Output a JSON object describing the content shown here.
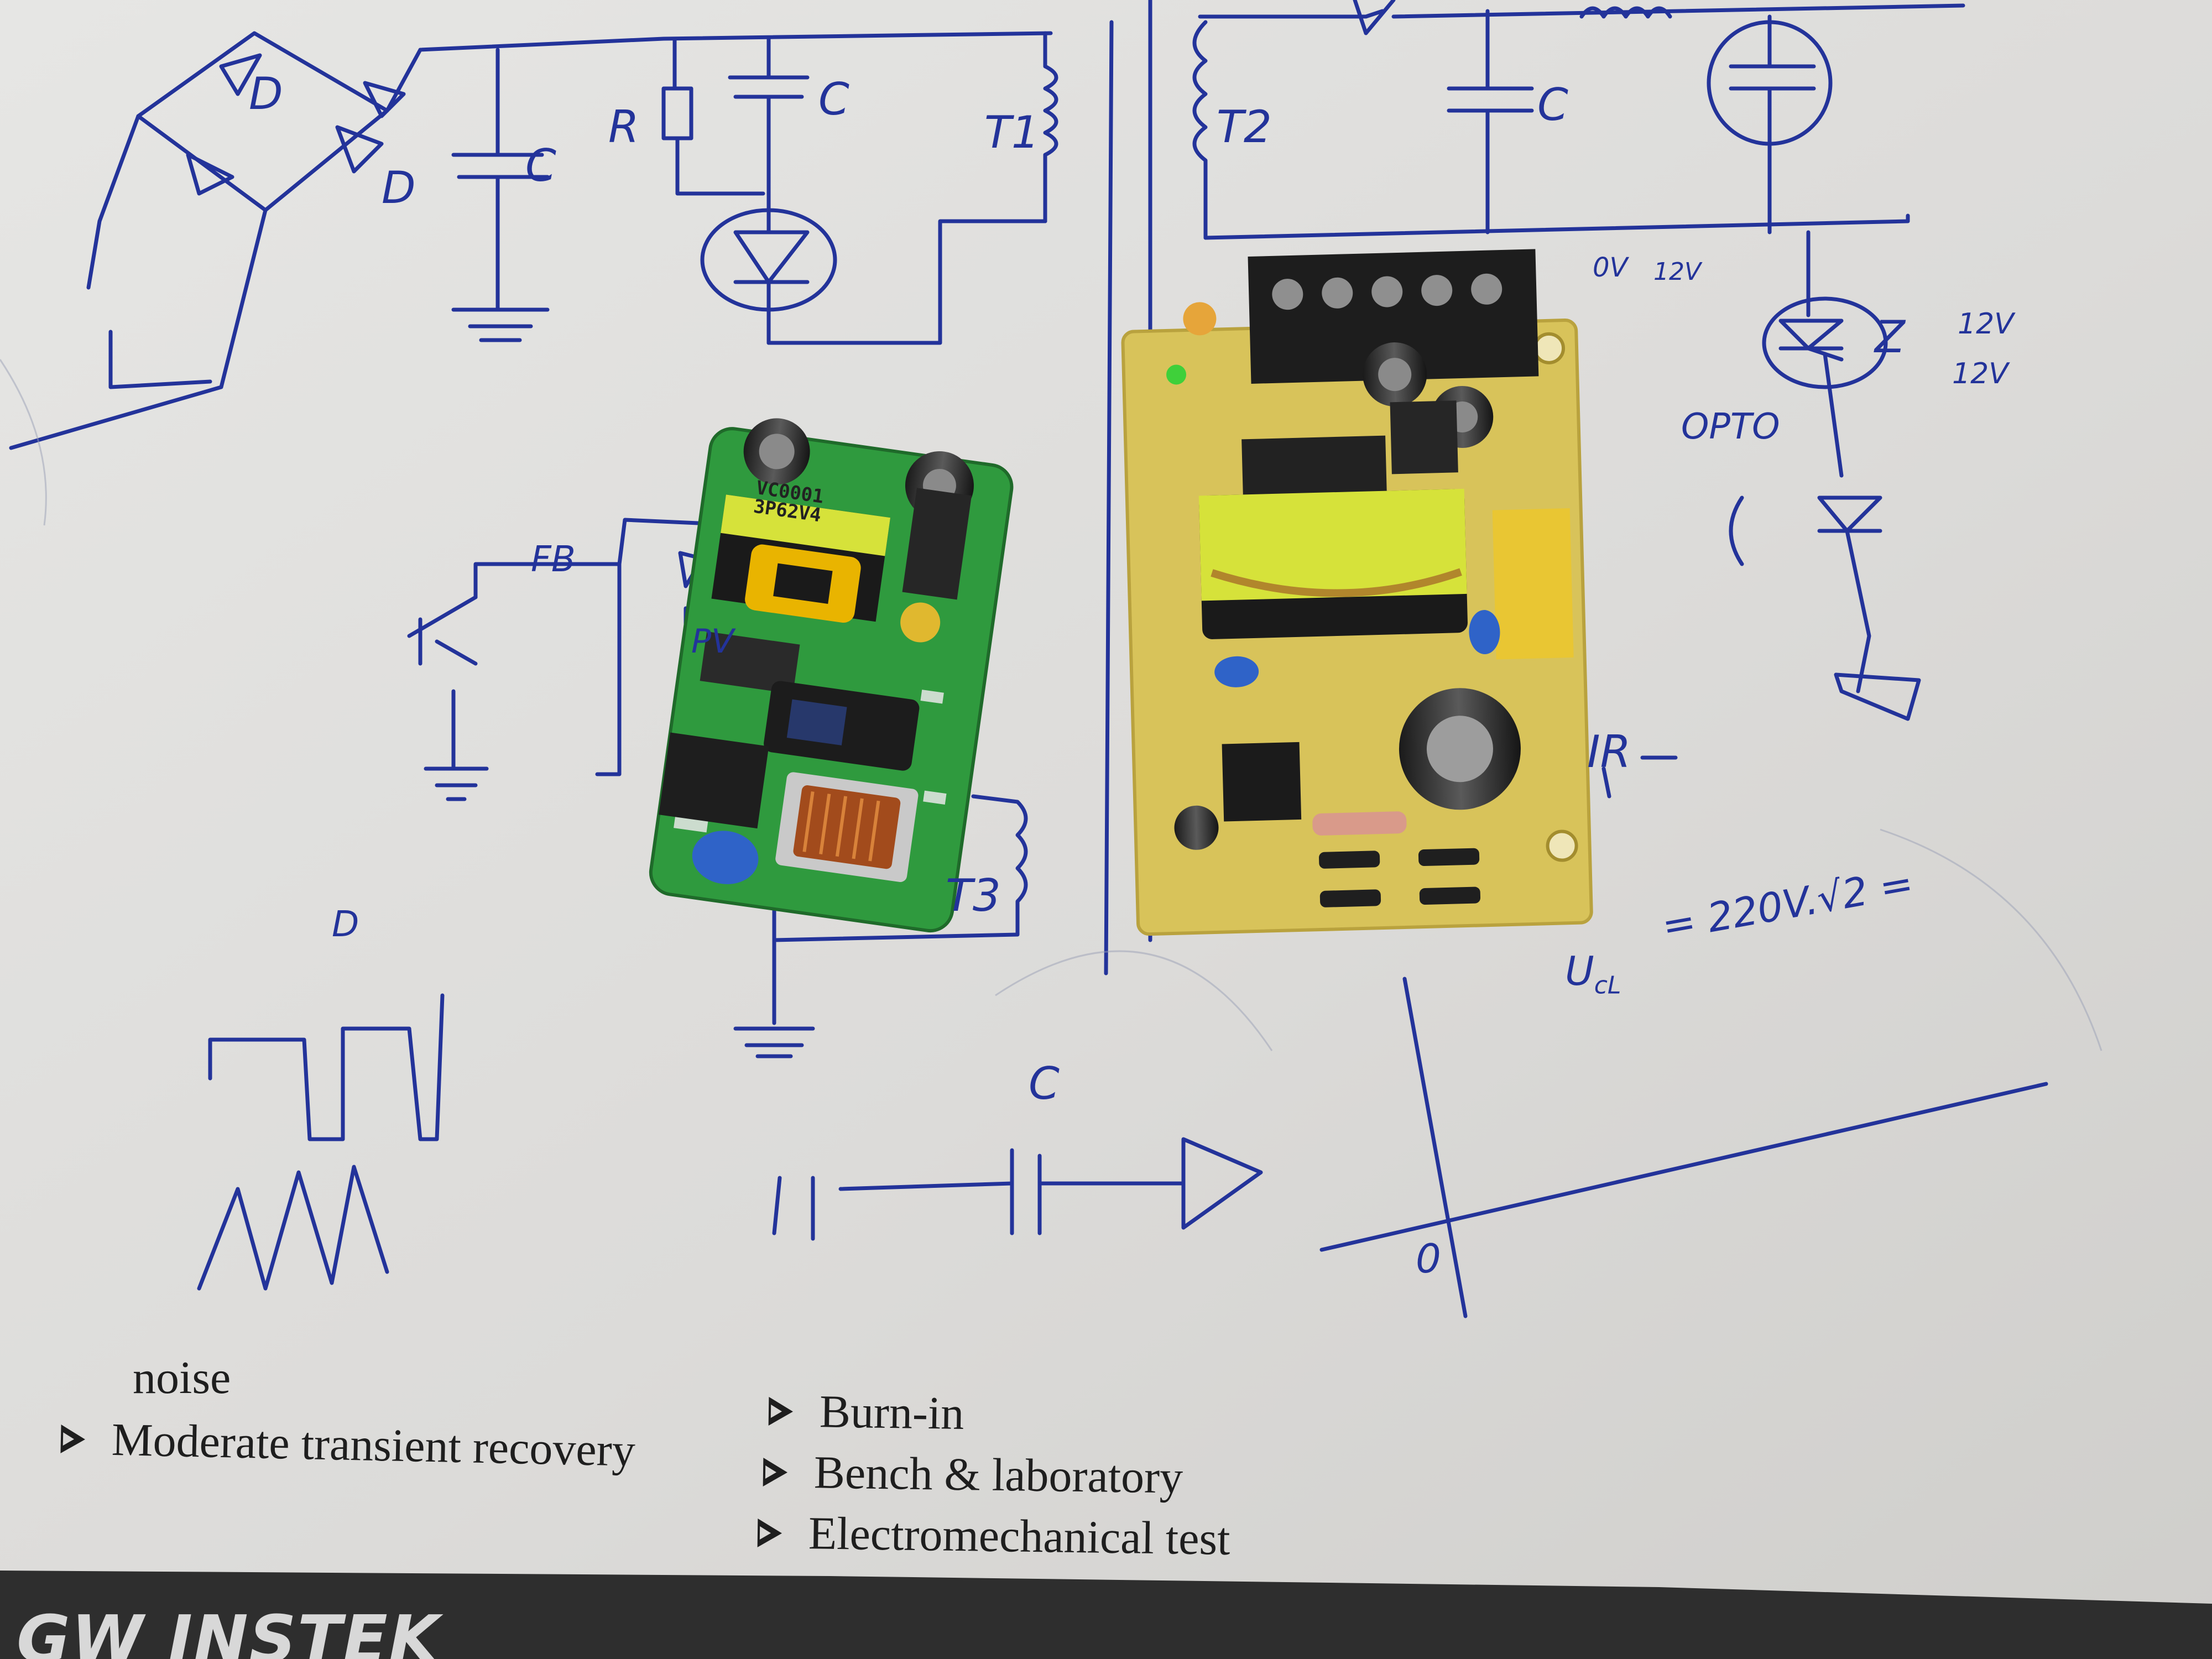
{
  "handwriting": {
    "r": "R",
    "c_top": "C",
    "c_left": "C",
    "c_right": "C",
    "d1": "D",
    "d2": "D",
    "t1": "T1",
    "t2": "T2",
    "t3": "T3",
    "z": "Z",
    "fb": "FB",
    "pv": "PV",
    "opto": "OPTO",
    "v12a": "12V",
    "v12b": "12V",
    "ir": "IR",
    "ucl": "U",
    "ucl_sub": "cL",
    "eq": "= 220V.√2 =",
    "c_bottom": "C",
    "d_waves": "D",
    "zero": "0",
    "zero_label": "0V",
    "zero_label2": "12V"
  },
  "bullets": {
    "noise": "noise",
    "left": [
      "Moderate transient recovery"
    ],
    "right": [
      "Burn-in",
      "Bench & laboratory",
      "Electromechanical test"
    ]
  },
  "logo": "GW INSTEK",
  "boards": {
    "small": {
      "line1": "VC0001",
      "line2": "3P62V4"
    }
  },
  "colors": {
    "ink": "#23339a",
    "paper": "#d9d8d6",
    "green_pcb": "#2f9a3e",
    "yellow_pcb": "#d8c35a",
    "transformer_tape": "#d6e23a"
  }
}
